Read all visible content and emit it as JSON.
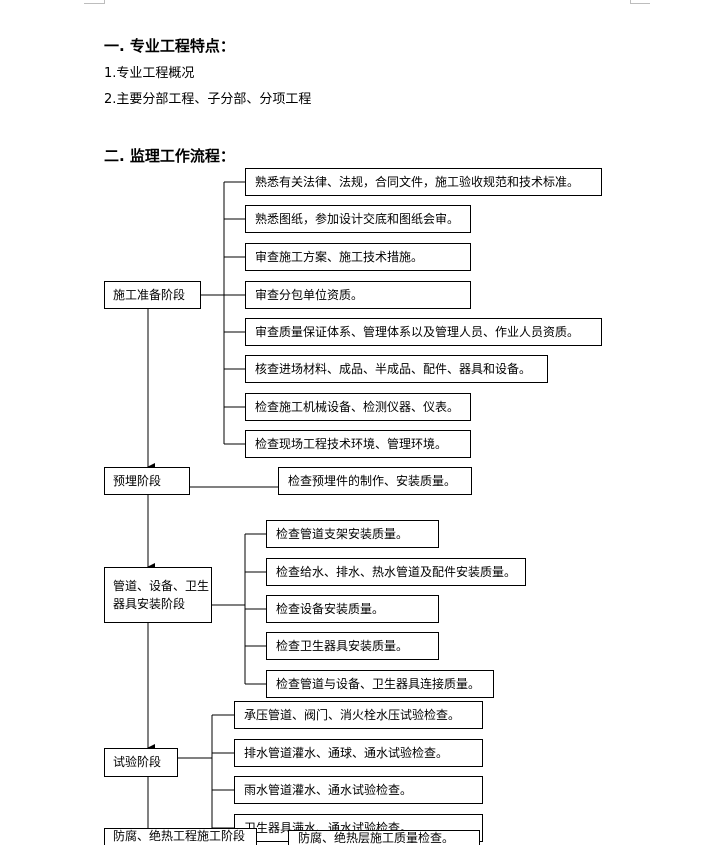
{
  "section1": {
    "heading": "一. 专业工程特点：",
    "items": [
      "1.专业工程概况",
      "2.主要分部工程、子分部、分项工程"
    ]
  },
  "section2": {
    "heading": "二. 监理工作流程："
  },
  "stages": {
    "prep": {
      "label": "施工准备阶段",
      "tasks": [
        "熟悉有关法律、法规，合同文件，施工验收规范和技术标准。",
        "熟悉图纸，参加设计交底和图纸会审。",
        "审查施工方案、施工技术措施。",
        "审查分包单位资质。",
        "审查质量保证体系、管理体系以及管理人员、作业人员资质。",
        "核查进场材料、成品、半成品、配件、器具和设备。",
        "检查施工机械设备、检测仪器、仪表。",
        "检查现场工程技术环境、管理环境。"
      ]
    },
    "embed": {
      "label": "预埋阶段",
      "tasks": [
        "检查预埋件的制作、安装质量。"
      ]
    },
    "install": {
      "label": "管道、设备、卫生器具安装阶段",
      "tasks": [
        "检查管道支架安装质量。",
        "检查给水、排水、热水管道及配件安装质量。",
        "检查设备安装质量。",
        "检查卫生器具安装质量。",
        "检查管道与设备、卫生器具连接质量。"
      ]
    },
    "test": {
      "label": "试验阶段",
      "tasks": [
        "承压管道、阀门、消火栓水压试验检查。",
        "排水管道灌水、通球、通水试验检查。",
        "雨水管道灌水、通水试验检查。",
        "卫生器具满水、通水试验检查。"
      ]
    },
    "anticorrosion": {
      "label": "防腐、绝热工程施工阶段",
      "tasks": [
        "防腐、绝热层施工质量检查。"
      ]
    }
  }
}
